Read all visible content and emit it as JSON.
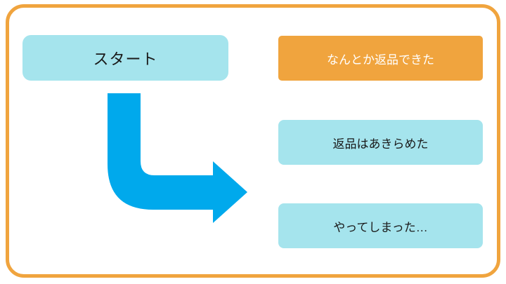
{
  "diagram": {
    "start": {
      "label": "スタート"
    },
    "outcomes": [
      {
        "label": "なんとか返品できた",
        "variant": "orange"
      },
      {
        "label": "返品はあきらめた",
        "variant": "cyan"
      },
      {
        "label": "やってしまった…",
        "variant": "cyan"
      }
    ],
    "arrow": {
      "shape": "curved-down-right-arrow",
      "color": "#00A9EC"
    },
    "colors": {
      "border": "#F0A43E",
      "accent_orange": "#F0A43E",
      "box_cyan": "#A5E4ED",
      "arrow_blue": "#00A9EC",
      "text_dark": "#1A1A1A",
      "text_light": "#FFFFFF"
    }
  }
}
